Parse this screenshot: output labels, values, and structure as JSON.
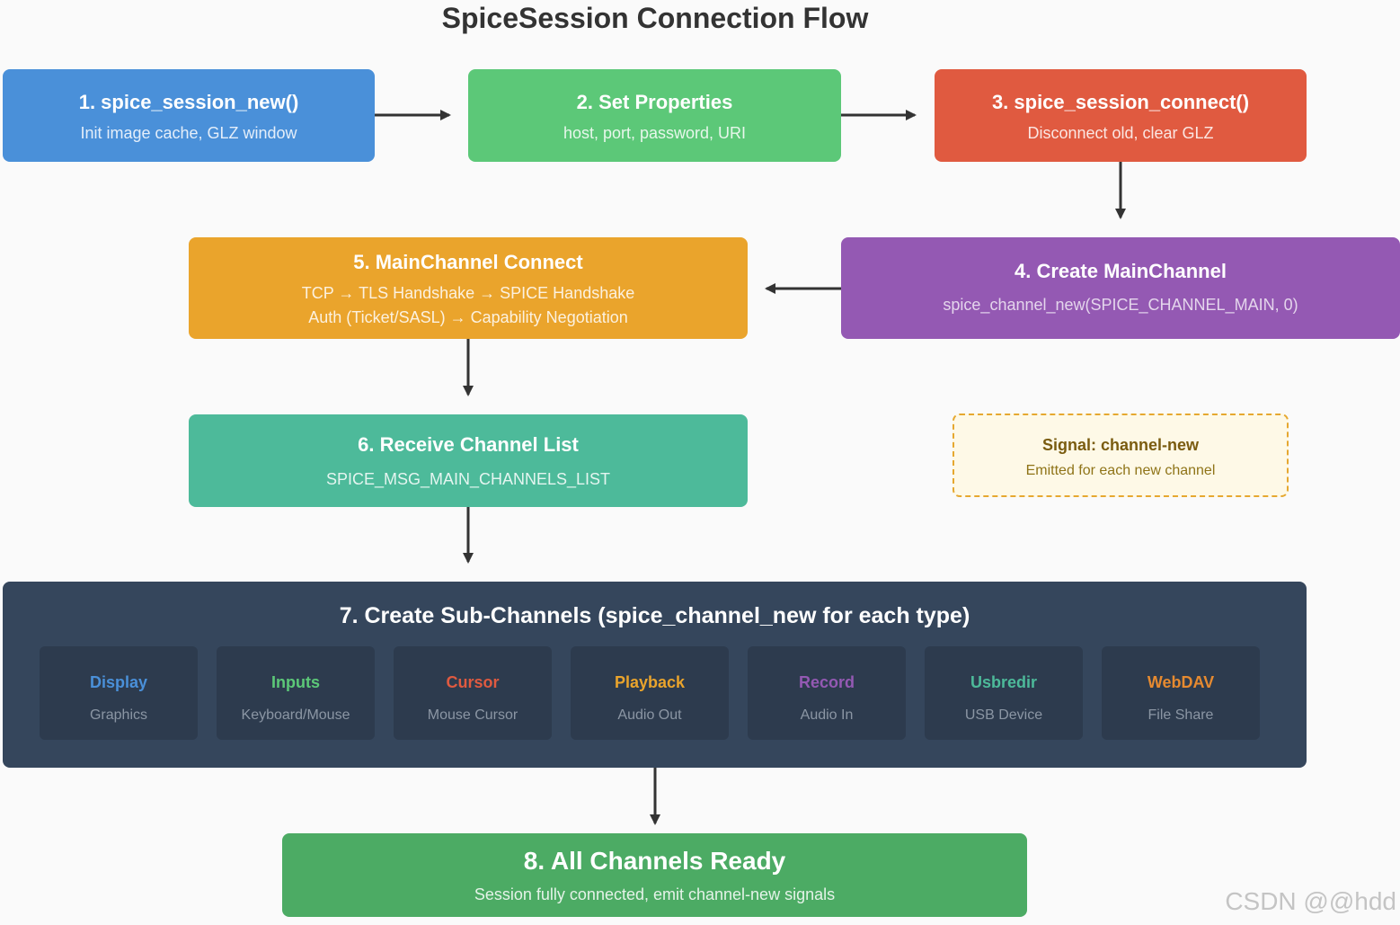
{
  "title": "SpiceSession Connection Flow",
  "steps": {
    "s1": {
      "title": "1. spice_session_new()",
      "sub": "Init image cache, GLZ window",
      "color": "#4a90d9"
    },
    "s2": {
      "title": "2. Set Properties",
      "sub": "host, port, password, URI",
      "color": "#5cc878"
    },
    "s3": {
      "title": "3. spice_session_connect()",
      "sub": "Disconnect old, clear GLZ",
      "color": "#e05a40"
    },
    "s4": {
      "title": "4. Create MainChannel",
      "sub": "spice_channel_new(SPICE_CHANNEL_MAIN, 0)",
      "color": "#9459b3"
    },
    "s5": {
      "title": "5. MainChannel Connect",
      "sub1": "TCP → TLS Handshake → SPICE Handshake",
      "sub2": "Auth (Ticket/SASL) → Capability Negotiation",
      "color": "#eaa42c"
    },
    "s6": {
      "title": "6. Receive Channel List",
      "sub": "SPICE_MSG_MAIN_CHANNELS_LIST",
      "color": "#4dba9a"
    },
    "s7": {
      "title": "7. Create Sub-Channels (spice_channel_new for each type)",
      "color": "#35465c"
    },
    "s8": {
      "title": "8. All Channels Ready",
      "sub": "Session fully connected, emit channel-new signals",
      "color": "#4cab64"
    }
  },
  "signal": {
    "title": "Signal: channel-new",
    "sub": "Emitted for each new channel"
  },
  "subchannels": [
    {
      "name": "Display",
      "desc": "Graphics",
      "color": "#4a90d9"
    },
    {
      "name": "Inputs",
      "desc": "Keyboard/Mouse",
      "color": "#5cc878"
    },
    {
      "name": "Cursor",
      "desc": "Mouse Cursor",
      "color": "#e05a40"
    },
    {
      "name": "Playback",
      "desc": "Audio Out",
      "color": "#eaa42c"
    },
    {
      "name": "Record",
      "desc": "Audio In",
      "color": "#9459b3"
    },
    {
      "name": "Usbredir",
      "desc": "USB Device",
      "color": "#4dba9a"
    },
    {
      "name": "WebDAV",
      "desc": "File Share",
      "color": "#e68a30"
    }
  ],
  "watermark": "CSDN @@hdd"
}
